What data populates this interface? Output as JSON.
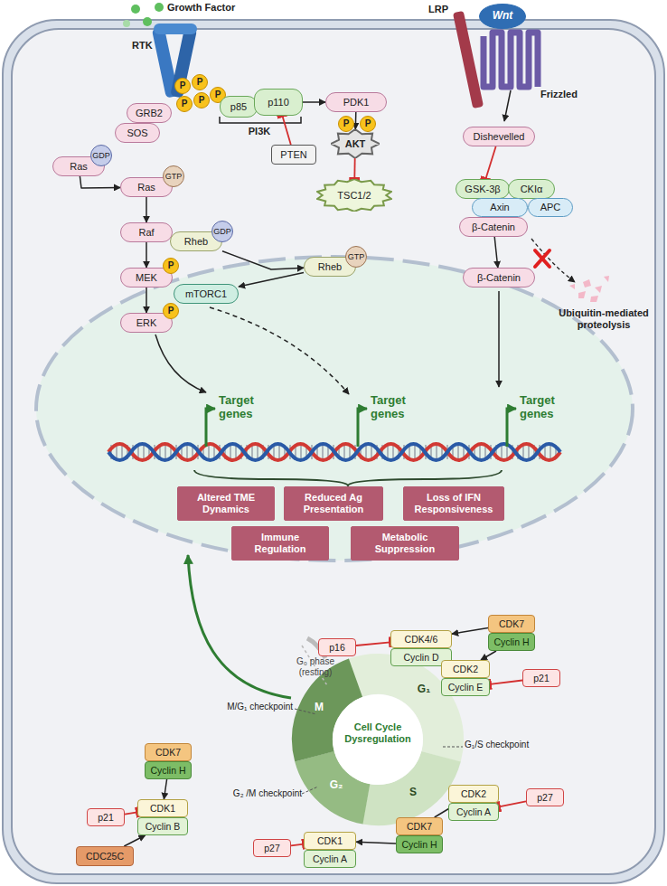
{
  "diagram": {
    "nodes": [
      {
        "text": [
          "Wnt"
        ]
      },
      {
        "text": [
          "P"
        ]
      },
      {
        "text": [
          "P"
        ]
      },
      {
        "text": [
          "P"
        ]
      },
      {
        "text": [
          "P"
        ]
      },
      {
        "text": [
          "P"
        ]
      },
      {
        "text": [
          "p85"
        ]
      },
      {
        "text": [
          "p110"
        ]
      },
      {
        "text": [
          "PDK1"
        ]
      },
      {
        "text": [
          "GRB2"
        ]
      },
      {
        "text": [
          "SOS"
        ]
      },
      {
        "text": [
          "PTEN"
        ]
      },
      {
        "text": [
          "Dishevelled"
        ]
      },
      {
        "text": [
          "P"
        ]
      },
      {
        "text": [
          "P"
        ]
      },
      {
        "text": [
          "AKT"
        ]
      },
      {
        "text": [
          "GSK-3β"
        ]
      },
      {
        "text": [
          "CKIα"
        ]
      },
      {
        "text": [
          "Axin"
        ]
      },
      {
        "text": [
          "APC"
        ]
      },
      {
        "text": [
          "β-Catenin"
        ]
      },
      {
        "text": [
          "Ras"
        ]
      },
      {
        "text": [
          "GDP"
        ]
      },
      {
        "text": [
          "Ras"
        ]
      },
      {
        "text": [
          "GTP"
        ]
      },
      {
        "text": [
          "TSC1/2"
        ]
      },
      {
        "text": [
          "Raf"
        ]
      },
      {
        "text": [
          "Rheb"
        ]
      },
      {
        "text": [
          "GDP"
        ]
      },
      {
        "text": [
          "Rheb"
        ]
      },
      {
        "text": [
          "GTP"
        ]
      },
      {
        "text": [
          "MEK"
        ]
      },
      {
        "text": [
          "P"
        ]
      },
      {
        "text": [
          "β-Catenin"
        ]
      },
      {
        "text": [
          "mTORC1"
        ]
      },
      {
        "text": [
          "ERK"
        ]
      },
      {
        "text": [
          "P"
        ]
      },
      {
        "text": [
          "Altered TME Dynamics"
        ]
      },
      {
        "text": [
          "Reduced Ag Presentation"
        ]
      },
      {
        "text": [
          "Loss of IFN Responsiveness"
        ]
      },
      {
        "text": [
          "Immune Regulation"
        ]
      },
      {
        "text": [
          "Metabolic Suppression"
        ]
      },
      {
        "text": [
          "CDK7"
        ]
      },
      {
        "text": [
          "Cyclin H"
        ]
      },
      {
        "text": [
          "p16"
        ]
      },
      {
        "text": [
          "CDK4/6"
        ]
      },
      {
        "text": [
          "Cyclin D"
        ]
      },
      {
        "text": [
          "CDK2"
        ]
      },
      {
        "text": [
          "Cyclin E"
        ]
      },
      {
        "text": [
          "p21"
        ]
      },
      {
        "text": [
          "CDK7"
        ]
      },
      {
        "text": [
          "Cyclin H"
        ]
      },
      {
        "text": [
          "p21"
        ]
      },
      {
        "text": [
          "CDK1"
        ]
      },
      {
        "text": [
          "Cyclin B"
        ]
      },
      {
        "text": [
          "CDC25C"
        ]
      },
      {
        "text": [
          "CDK2"
        ]
      },
      {
        "text": [
          "Cyclin A"
        ]
      },
      {
        "text": [
          "p27"
        ]
      },
      {
        "text": [
          "CDK7"
        ]
      },
      {
        "text": [
          "Cyclin H"
        ]
      },
      {
        "text": [
          "p27"
        ]
      },
      {
        "text": [
          "CDK1"
        ]
      },
      {
        "text": [
          "Cyclin A"
        ]
      }
    ],
    "edges": [
      {
        "from": 21,
        "to": 23,
        "arrow": "to"
      },
      {
        "from": 23,
        "to": 26,
        "arrow": "to"
      },
      {
        "from": 26,
        "to": 31,
        "arrow": "to"
      },
      {
        "from": 31,
        "to": 35,
        "arrow": "to"
      },
      {
        "from": 7,
        "to": 8,
        "arrow": "to"
      },
      {
        "from": 11,
        "to": 7,
        "arrow": "to"
      },
      {
        "from": 8,
        "to": 15,
        "arrow": "to"
      },
      {
        "from": 15,
        "to": 25,
        "arrow": "to"
      },
      {
        "from": 27,
        "to": 29,
        "arrow": "to"
      },
      {
        "from": 29,
        "to": 34,
        "arrow": "to"
      },
      {
        "from": 12,
        "to": 16,
        "arrow": "to"
      },
      {
        "from": 20,
        "to": 33,
        "arrow": "to"
      },
      {
        "from": 44,
        "to": 45,
        "arrow": "to"
      },
      {
        "from": 42,
        "to": 45,
        "arrow": "to"
      },
      {
        "from": 43,
        "to": 47,
        "arrow": "to"
      },
      {
        "from": 49,
        "to": 48,
        "arrow": "to"
      },
      {
        "from": 51,
        "to": 53,
        "arrow": "to"
      },
      {
        "from": 52,
        "to": 53,
        "arrow": "to"
      },
      {
        "from": 55,
        "to": 54,
        "arrow": "to"
      },
      {
        "from": 58,
        "to": 57,
        "arrow": "to"
      },
      {
        "from": 59,
        "to": 56,
        "arrow": "to"
      },
      {
        "from": 60,
        "to": 62,
        "arrow": "to"
      },
      {
        "from": 61,
        "to": 62,
        "arrow": "to"
      }
    ],
    "labels": [
      "Growth Factor",
      "RTK",
      "PI3K",
      "LRP",
      "Frizzled",
      "Ubiquitin-mediated proteolysis",
      "Target genes",
      "Target genes",
      "Target genes",
      "G₀ phase (resting)",
      "G₁",
      "M/G₁ checkpoint",
      "Cell Cycle Dysregulation",
      "G₁/S checkpoint",
      "M",
      "S",
      "G₂",
      "G₂ /M checkpoint"
    ]
  }
}
